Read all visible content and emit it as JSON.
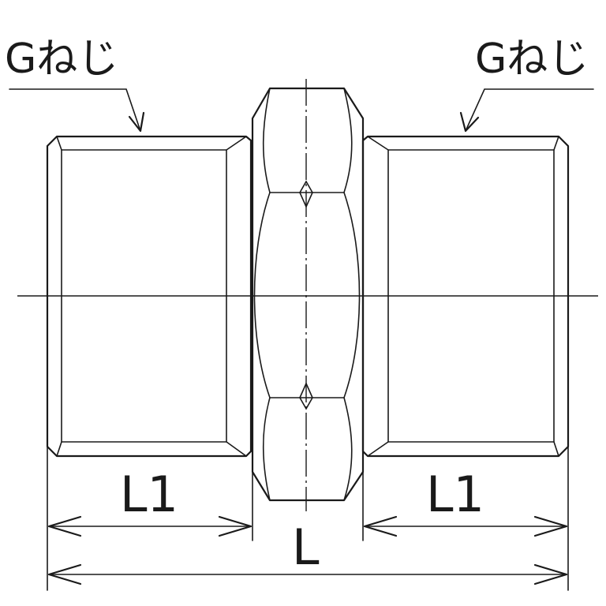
{
  "labels": {
    "thread_left": "Gねじ",
    "thread_right": "Gねじ",
    "dim_l1_left": "L1",
    "dim_l1_right": "L1",
    "dim_l": "L"
  }
}
